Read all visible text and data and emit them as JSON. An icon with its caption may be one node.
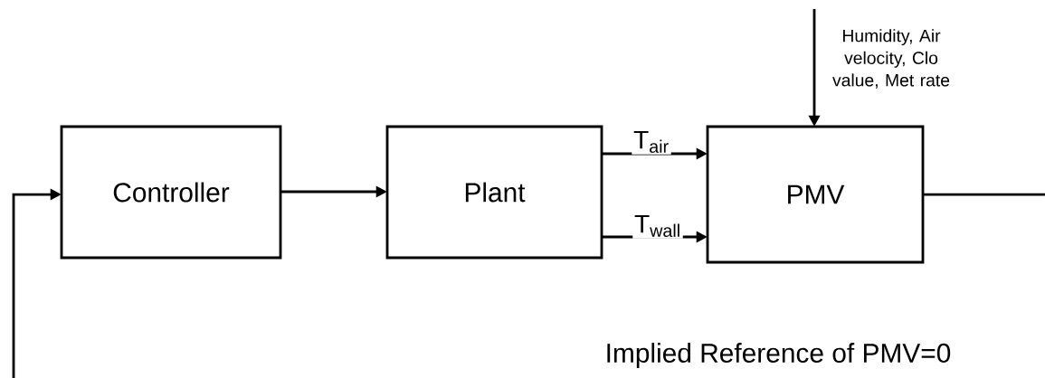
{
  "diagram": {
    "nodes": [
      {
        "text": [
          "Controller"
        ]
      },
      {
        "text": [
          "Plant"
        ]
      },
      {
        "text": [
          "PMV"
        ]
      }
    ],
    "edges": [
      {
        "from": 0,
        "to": 1,
        "arrow": "to"
      },
      {
        "from": 1,
        "to": 2,
        "arrow": "to",
        "label": "T$_{air}$"
      },
      {
        "from": 1,
        "to": 2,
        "arrow": "to",
        "label": "T$_{wall}$"
      },
      {
        "from": null,
        "to": 2,
        "arrow": "to",
        "label": "Humidity, Air velocity, Clo value, Met rate"
      },
      {
        "from": 2,
        "to": null,
        "arrow": "none"
      },
      {
        "from": null,
        "to": 0,
        "arrow": "to"
      }
    ],
    "labels": [
      "Implied Reference of PMV=0"
    ]
  }
}
